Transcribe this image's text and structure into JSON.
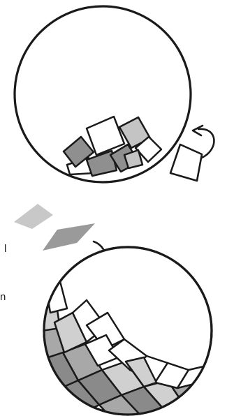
{
  "illustration": {
    "top_panel": {
      "subject": "circle-with-a-few-tiles-at-bottom",
      "tile_shades": [
        "#ffffff",
        "#c4c4c4",
        "#8f8f8f"
      ],
      "incoming_tile_icon": "curved-arrow-icon"
    },
    "bottom_panel": {
      "subject": "sphere-mostly-tiled",
      "tile_shades": [
        "#ffffff",
        "#d0d0d0",
        "#a8a8a8",
        "#8a8a8a"
      ],
      "incoming_tile_icon": "curved-arrow-icon"
    },
    "stroke_color": "#1a1a1a"
  },
  "cropped_text": {
    "line1": "l",
    "line2": "n"
  }
}
